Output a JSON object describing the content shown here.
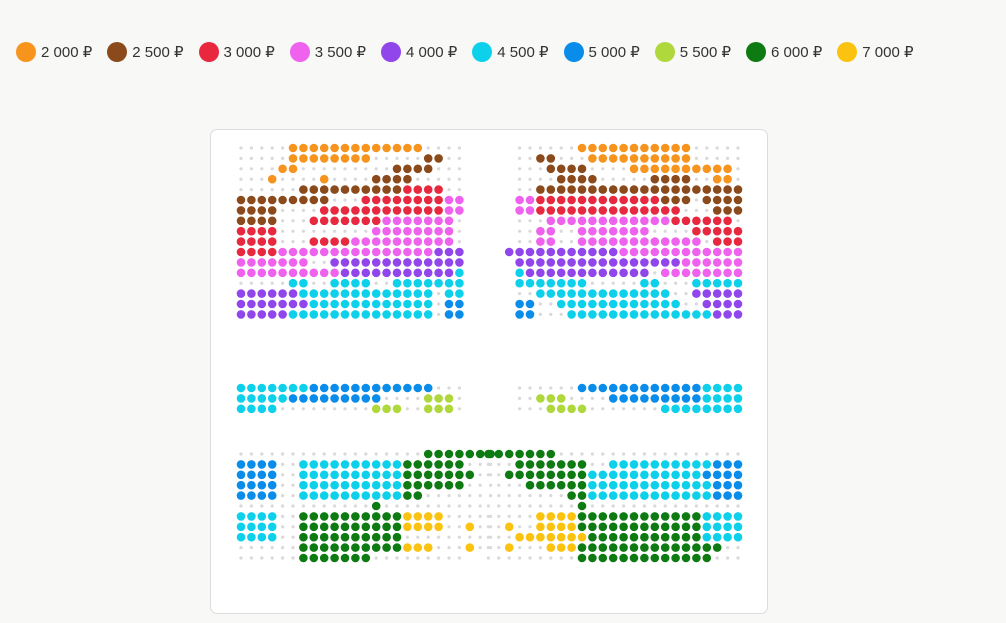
{
  "legend": [
    {
      "label": "2 000 ₽",
      "color": "#f7941d"
    },
    {
      "label": "2 500 ₽",
      "color": "#8b4a1c"
    },
    {
      "label": "3 000 ₽",
      "color": "#e8283f"
    },
    {
      "label": "3 500 ₽",
      "color": "#ee62ee"
    },
    {
      "label": "4 000 ₽",
      "color": "#9146ec"
    },
    {
      "label": "4 500 ₽",
      "color": "#0dd1ea"
    },
    {
      "label": "5 000 ₽",
      "color": "#0a8cea"
    },
    {
      "label": "5 500 ₽",
      "color": "#aed83c"
    },
    {
      "label": "6 000 ₽",
      "color": "#0e7a12"
    },
    {
      "label": "7 000 ₽",
      "color": "#fbc310"
    }
  ],
  "seat_map": {
    "empty_seat_color": "#d9d9d9",
    "sections": [
      {
        "name": "upper",
        "left_block": [
          ".....0000000000000....",
          ".....00000000.....11..",
          "....00.........1111...",
          "...0....0....1111.....",
          "......11111111112222..",
          "111111111...2222222233",
          "1111....22222222222233",
          "1111...22222223333333.",
          "2222.........33333333.",
          "2222...22223333333333.",
          "2222333333333333333444",
          "3333333..4444444444444",
          "3333333333444444444445",
          ".....55..5555..5555555",
          "4444445555555555555.55",
          "4444444555555555555.66",
          "4444455555555555555.66"
        ],
        "right_block": [
          "......00000000000.....",
          "..11...0000000000.....",
          "...1111....0000000000.",
          "....1111.....1111..00.",
          "..11111111111111111111",
          "33222222222222111.1111",
          "3322222222222222...111",
          "...333333333333222222.",
          "..33..3333333....22222",
          "..33..333333333333.222",
          "44444444444333333333333",
          "4444444444444444333333",
          "5444444444444.33333333",
          "5555555.....55...55555",
          "..5555555555555..44444",
          "66..555555555555..4444",
          "66...55555555555555444"
        ]
      },
      {
        "name": "middle",
        "left_block": [
          "5555555666666666666...",
          "55555666666666....777.",
          "5555.........777..777."
        ],
        "right_block": [
          "......6666666666665555",
          "..777....6666666665555",
          "...7777.......55555555"
        ]
      },
      {
        "name": "lower",
        "left_block": [
          "..................8888888",
          "6666..5555555555888888...",
          "6666..55555555558888888..",
          "6666..5555555555888888...",
          "6666..555555555588.......",
          ".............8..........",
          "5555..88888888889999.....",
          "5555..88888888889999..9..",
          "5555..8888888888.........",
          "......8888888888999...9..",
          "......8888888........."
        ],
        "right_block": [
          "8888888..................",
          "...8888888..5555555555666",
          "..88888888555555555556666",
          "...888888555555555555666",
          ".......88555555555555666",
          ".........8...............",
          ".....99998888888888885555",
          "..9..99998888888888885555",
          "...9999999888888888885555",
          "..9...99988888888888888..",
          ".........8888888888888..."
        ]
      }
    ]
  }
}
